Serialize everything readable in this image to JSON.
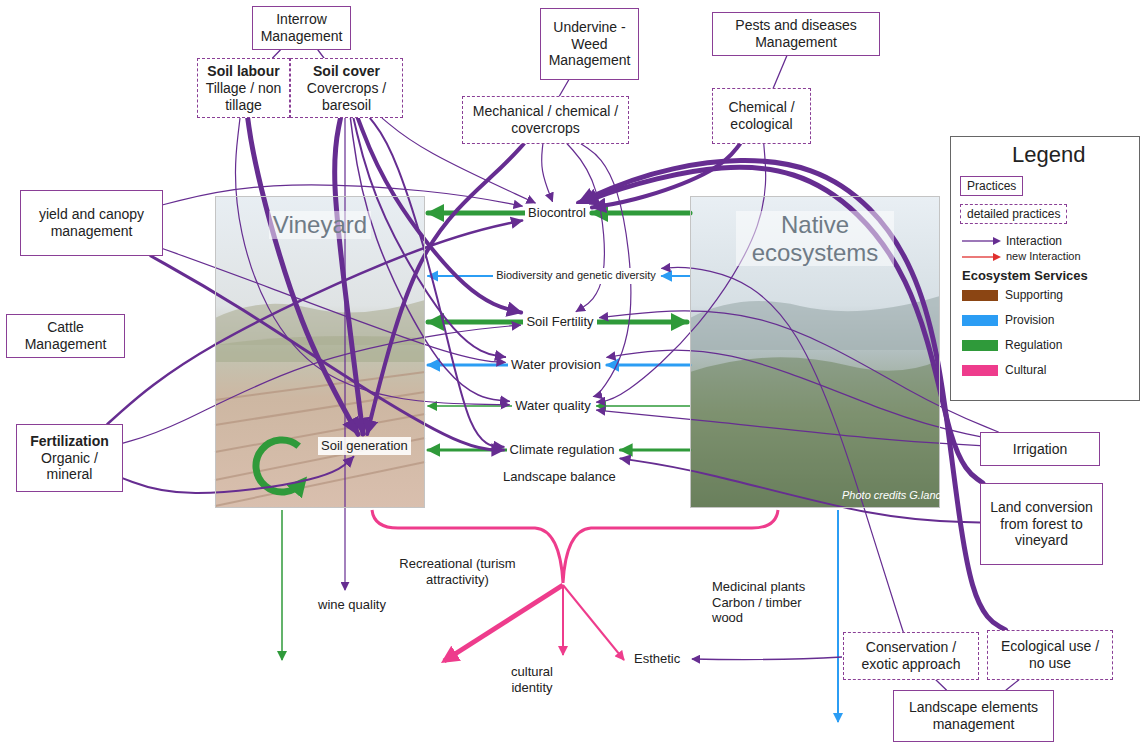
{
  "diagram": {
    "nodes": [
      {
        "text": [
          "Interrow Management"
        ]
      },
      {
        "text": [
          "Soil labour",
          "Tillage / non tillage"
        ]
      },
      {
        "text": [
          "Soil cover",
          "Covercrops / baresoil"
        ]
      },
      {
        "text": [
          "Undervine - Weed Management"
        ]
      },
      {
        "text": [
          "Mechanical / chemical / covercrops"
        ]
      },
      {
        "text": [
          "Pests and diseases Management"
        ]
      },
      {
        "text": [
          "Chemical / ecological"
        ]
      },
      {
        "text": [
          "yield and canopy management"
        ]
      },
      {
        "text": [
          "Cattle Management"
        ]
      },
      {
        "text": [
          "Fertilization",
          "Organic / mineral"
        ]
      },
      {
        "text": [
          "Vineyard"
        ]
      },
      {
        "text": [
          "Soil generation"
        ],
        "in": 10
      },
      {
        "text": [
          "Native ecosystems"
        ]
      },
      {
        "text": [
          "Biocontrol"
        ]
      },
      {
        "text": [
          "Biodiversity and genetic diversity"
        ]
      },
      {
        "text": [
          "Soil Fertility"
        ]
      },
      {
        "text": [
          "Water provision"
        ]
      },
      {
        "text": [
          "Water quality"
        ]
      },
      {
        "text": [
          "Climate regulation"
        ]
      },
      {
        "text": [
          "Irrigation"
        ]
      },
      {
        "text": [
          "Land conversion from forest to vineyard"
        ]
      },
      {
        "text": [
          "Conservation / exotic approach"
        ]
      },
      {
        "text": [
          "Ecological use / no use"
        ]
      },
      {
        "text": [
          "Landscape elements management"
        ]
      }
    ],
    "edges": [
      {
        "from": 0,
        "to": 1,
        "arrow": "none"
      },
      {
        "from": 0,
        "to": 2,
        "arrow": "none"
      },
      {
        "from": 3,
        "to": 4,
        "arrow": "none"
      },
      {
        "from": 5,
        "to": 6,
        "arrow": "none"
      },
      {
        "from": 23,
        "to": 21,
        "arrow": "none"
      },
      {
        "from": 23,
        "to": 22,
        "arrow": "none"
      },
      {
        "from": 12,
        "to": 13,
        "arrow": "to"
      },
      {
        "from": 13,
        "to": 10,
        "arrow": "to"
      },
      {
        "from": 12,
        "to": 14,
        "arrow": "to"
      },
      {
        "from": 14,
        "to": 10,
        "arrow": "to"
      },
      {
        "from": 15,
        "to": 12,
        "arrow": "to"
      },
      {
        "from": 15,
        "to": 10,
        "arrow": "to"
      },
      {
        "from": 12,
        "to": 16,
        "arrow": "to"
      },
      {
        "from": 16,
        "to": 10,
        "arrow": "to"
      },
      {
        "from": 12,
        "to": 17,
        "arrow": "to"
      },
      {
        "from": 17,
        "to": 10,
        "arrow": "to"
      },
      {
        "from": 12,
        "to": 18,
        "arrow": "to"
      },
      {
        "from": 18,
        "to": 10,
        "arrow": "to"
      },
      {
        "from": 1,
        "to": 11,
        "arrow": "to"
      },
      {
        "from": 1,
        "to": 17,
        "arrow": "to"
      },
      {
        "from": 2,
        "to": 11,
        "arrow": "to"
      },
      {
        "from": 2,
        "to": 13,
        "arrow": "to"
      },
      {
        "from": 2,
        "to": 15,
        "arrow": "to"
      },
      {
        "from": 2,
        "to": 16,
        "arrow": "to"
      },
      {
        "from": 2,
        "to": 17,
        "arrow": "to"
      },
      {
        "from": 2,
        "to": 18,
        "arrow": "to"
      },
      {
        "from": 4,
        "to": 11,
        "arrow": "to"
      },
      {
        "from": 4,
        "to": 13,
        "arrow": "to"
      },
      {
        "from": 4,
        "to": 15,
        "arrow": "to"
      },
      {
        "from": 4,
        "to": 17,
        "arrow": "to"
      },
      {
        "from": 6,
        "to": 13,
        "arrow": "to"
      },
      {
        "from": 6,
        "to": 17,
        "arrow": "to"
      },
      {
        "from": 7,
        "to": 13,
        "arrow": "to"
      },
      {
        "from": 7,
        "to": 16,
        "arrow": "to"
      },
      {
        "from": 7,
        "to": 18,
        "arrow": "to"
      },
      {
        "from": 9,
        "to": 11,
        "arrow": "to"
      },
      {
        "from": 9,
        "to": 13,
        "arrow": "to"
      },
      {
        "from": 9,
        "to": 15,
        "arrow": "to"
      },
      {
        "from": 19,
        "to": 16,
        "arrow": "to"
      },
      {
        "from": 19,
        "to": 17,
        "arrow": "to"
      },
      {
        "from": 19,
        "to": 15,
        "arrow": "to"
      },
      {
        "from": 20,
        "to": 13,
        "arrow": "to"
      },
      {
        "from": 20,
        "to": 18,
        "arrow": "to"
      },
      {
        "from": 21,
        "to": 14,
        "arrow": "to"
      },
      {
        "from": 22,
        "to": 13,
        "arrow": "to"
      }
    ],
    "labels": [
      "Legend",
      "Ecosystem Services",
      "Landscape balance",
      "Recreational (turism attractivity)",
      "wine quality",
      "cultural identity",
      "Esthetic",
      "Medicinal plants Carbon / timber wood",
      "Photo credits G.lance"
    ],
    "legend": [
      {
        "text": "Practices"
      },
      {
        "text": "detailed practices"
      },
      {
        "text": "Interaction"
      },
      {
        "text": "new Interaction"
      },
      {
        "text": "Supporting",
        "color": "#8b4513"
      },
      {
        "text": "Provision",
        "color": "#2b9df4"
      },
      {
        "text": "Regulation",
        "color": "#2f9a3a"
      },
      {
        "text": "Cultural",
        "color": "#ee3c8c"
      }
    ]
  }
}
